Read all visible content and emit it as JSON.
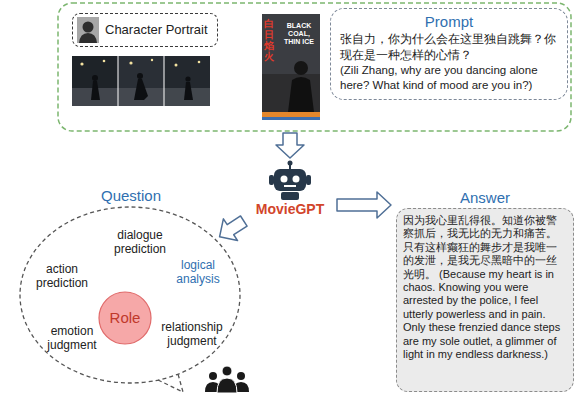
{
  "diagram": {
    "nodes": [
      {
        "text": [
          "Character Portrait"
        ]
      },
      {
        "text": [
          "Prompt",
          "张自力，你为什么会在这里独自跳舞？你现在是一种怎样的心情？",
          "(Zili Zhang, why are you dancing alone here? What kind of mood are you in?)"
        ]
      },
      {
        "text": [
          "MovieGPT"
        ]
      },
      {
        "text": [
          "Question"
        ]
      },
      {
        "text": [
          "Role"
        ],
        "in": 3
      },
      {
        "text": [
          "Answer",
          "因为我心里乱得很。知道你被警察抓后，我无比的无力和痛苦。只有这样癫狂的舞步才是我唯一的发泄，是我无尽黑暗中的一丝光明。 (Because my heart is in chaos. Knowing you were arrested by the police, I feel utterly powerless and in pain. Only these frenzied dance steps are my sole outlet, a glimmer of light in my endless darkness.)"
        ]
      }
    ],
    "edges": [
      {
        "from": 2,
        "to": 3,
        "arrow": "to"
      },
      {
        "from": 2,
        "to": 5,
        "arrow": "to"
      }
    ],
    "labels": [
      "白日焰火",
      "BLACK COAL, THIN ICE",
      "dialogue prediction",
      "logical analysis",
      "action prediction",
      "emotion judgment",
      "relationship judgment"
    ]
  }
}
